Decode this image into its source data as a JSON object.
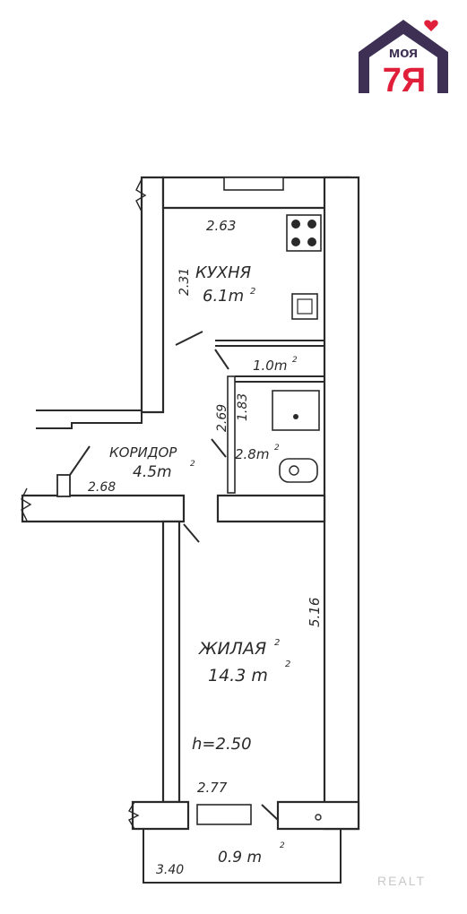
{
  "logo": {
    "word": "моя",
    "letters": "7Я",
    "color_dark": "#3e3054",
    "color_red": "#e0203a"
  },
  "rooms": {
    "kitchen": {
      "name": "КУХНЯ",
      "area": "6.1m",
      "sup": "2"
    },
    "wc": {
      "area": "1.0m",
      "sup": "2"
    },
    "bath": {
      "area": "2.8m",
      "sup": "2"
    },
    "corridor": {
      "name": "КОРИДОР",
      "area": "4.5m",
      "sup": "2"
    },
    "living": {
      "name": "ЖИЛАЯ",
      "sup_name": "2",
      "area": "14.3 m",
      "sup": "2"
    },
    "balcony": {
      "area": "0.9 m",
      "sup": "2"
    }
  },
  "dimensions": {
    "kitchen_width": "2.63",
    "kitchen_depth": "2.31",
    "corridor_depth": "2.69",
    "bath_depth": "1.83",
    "corridor_width": "2.68",
    "living_length": "5.16",
    "ceiling_height": "h=2.50",
    "living_width": "2.77",
    "balcony_width": "3.40"
  },
  "watermark": "REALT"
}
